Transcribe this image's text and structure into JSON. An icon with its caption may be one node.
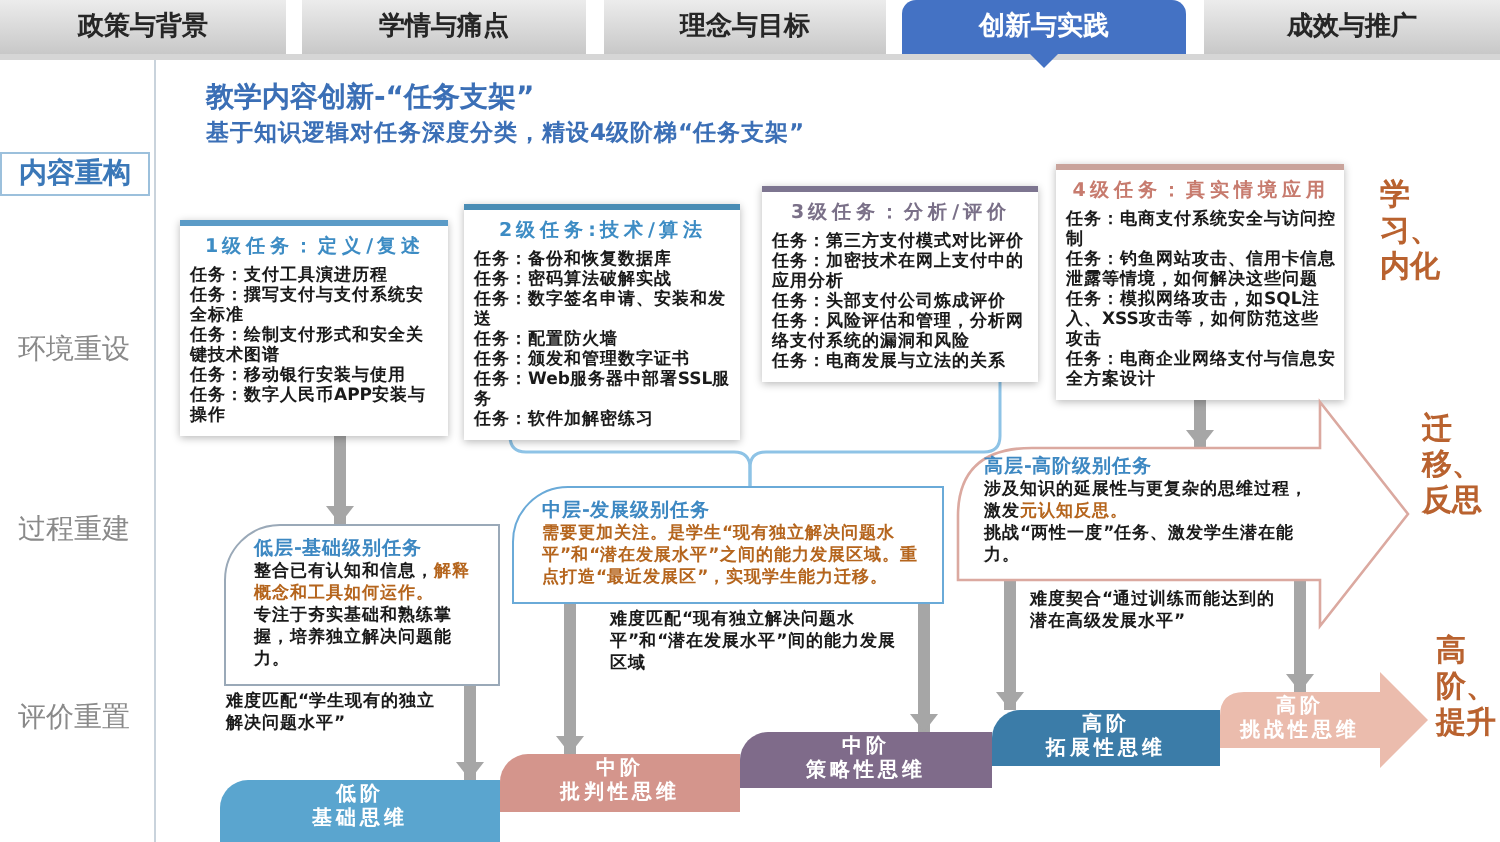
{
  "diagram": {
    "title": "教学内容创新-“任务支架”",
    "nodes": [
      {
        "text": [
          "1级任务：定义/复述",
          "任务：支付工具演进历程",
          "任务：撰写支付与支付系统安全标准",
          "任务：绘制支付形式和安全关键技术图谱",
          "任务：移动银行安装与使用",
          "任务：数字人民币APP安装与操作"
        ]
      },
      {
        "text": [
          "2级任务:技术/算法",
          "任务：备份和恢复数据库",
          "任务：密码算法破解实战",
          "任务：数字签名申请、安装和发送",
          "任务：配置防火墙",
          "任务：颁发和管理数字证书",
          "任务：Web服务器中部署SSL服务",
          "任务：软件加解密练习"
        ]
      },
      {
        "text": [
          "3级任务：分析/评价",
          "任务：第三方支付模式对比评价",
          "任务：加密技术在网上支付中的应用分析",
          "任务：头部支付公司炼成评价",
          "任务：风险评估和管理，分析网络支付系统的漏洞和风险",
          "任务：电商发展与立法的关系"
        ]
      },
      {
        "text": [
          "4级任务：真实情境应用",
          "任务：电商支付系统安全与访问控制",
          "任务：钓鱼网站攻击、信用卡信息泄露等情境，如何解决这些问题",
          "任务：模拟网络攻击，如SQL注入、XSS攻击等，如何防范这些攻击",
          "任务：电商企业网络支付与信息安全方案设计"
        ]
      },
      {
        "text": [
          "低层-基础级别任务",
          "整合已有认知和信息，**解释概念和工具如何运作。**",
          "专注于夯实基础和熟练掌握，培养独立解决问题能力。"
        ],
        "beside": [
          "难度匹配“学生现有的独立解决问题水平”"
        ]
      },
      {
        "text": [
          "中层-发展级别任务",
          "需要更加关注。是学生“现有独立解决问题水平”和“潜在发展水平”之间的能力发展区域。重点打造“最近发展区”，实现学生能力迁移。"
        ],
        "beside": [
          "难度匹配“现有独立解决问题水平”和“潜在发展水平”间的能力发展区域"
        ]
      },
      {
        "text": [
          "高层-高阶级别任务",
          "涉及知识的延展性与更复杂的思维过程，激发**元认知反思。**",
          "挑战“两性一度”任务、激发学生潜在能力。"
        ],
        "beside": [
          "难度契合“通过训练而能达到的潜在高级发展水平”"
        ]
      },
      {
        "text": [
          "低阶",
          "基础思维"
        ]
      },
      {
        "text": [
          "中阶",
          "批判性思维"
        ]
      },
      {
        "text": [
          "中阶",
          "策略性思维"
        ]
      },
      {
        "text": [
          "高阶",
          "拓展性思维"
        ]
      },
      {
        "text": [
          "高阶",
          "挑战性思维"
        ]
      }
    ],
    "edges": [
      {
        "from": 0,
        "to": 4,
        "arrow": "to"
      },
      {
        "from": 1,
        "to": 5,
        "arrow": "none",
        "color": "#8ec3e6"
      },
      {
        "from": 2,
        "to": 5,
        "arrow": "none",
        "color": "#8ec3e6"
      },
      {
        "from": 3,
        "to": 6,
        "arrow": "to"
      },
      {
        "from": 4,
        "to": 7,
        "arrow": "to"
      },
      {
        "from": 5,
        "to": 8,
        "arrow": "to"
      },
      {
        "from": 5,
        "to": 9,
        "arrow": "to"
      },
      {
        "from": 6,
        "to": 10,
        "arrow": "to"
      },
      {
        "from": 6,
        "to": 11,
        "arrow": "to"
      }
    ],
    "labels": [
      "政策与背景",
      "学情与痛点",
      "理念与目标",
      "创新与实践",
      "成效与推广",
      "基于知识逻辑对任务深度分类，精设4级阶梯“任务支架”",
      "内容重构",
      "学习、内化",
      "环境重设",
      "迁移、反思",
      "过程重建",
      "高阶、提升",
      "评价重置"
    ]
  }
}
